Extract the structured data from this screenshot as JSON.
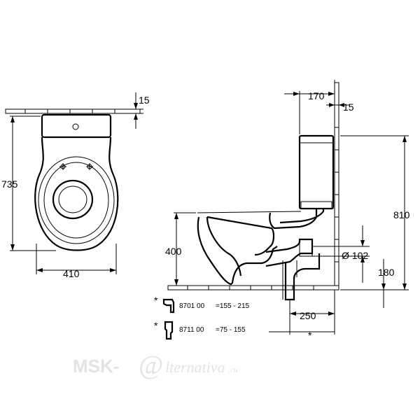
{
  "dimensions": {
    "front_height": "735",
    "front_width": "410",
    "front_wall": "15",
    "side_depth_cistern": "170",
    "side_wall": "15",
    "side_total_height": "810",
    "seat_height": "400",
    "pipe_diameter": "Ø 102",
    "outlet_height": "180",
    "outlet_distance": "250",
    "asterisk": "*"
  },
  "accessories": [
    {
      "marker": "*",
      "code": "8701 00",
      "range": "=155 - 215"
    },
    {
      "marker": "*",
      "code": "8711 00",
      "range": "=75 -   155"
    }
  ],
  "watermark": {
    "text": "MSK-",
    "script": "lternativa",
    "suffix": ".ru"
  }
}
